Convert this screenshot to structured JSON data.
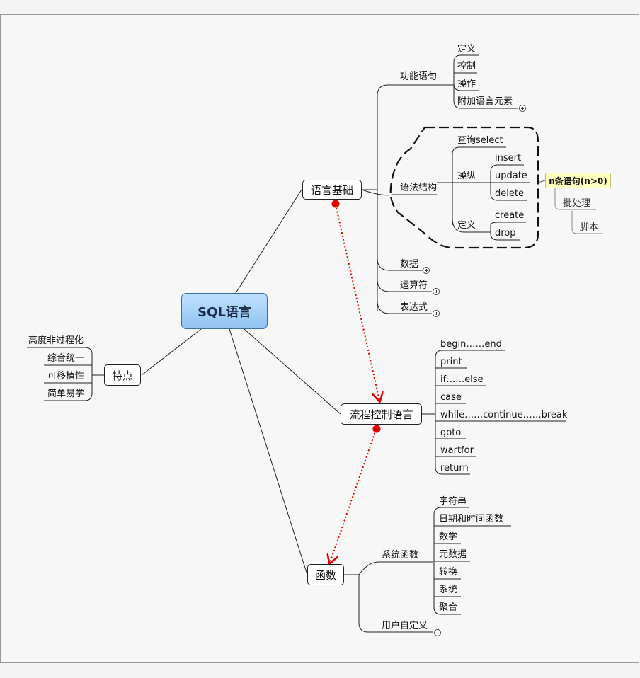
{
  "root": "SQL语言",
  "branches": {
    "basics": {
      "label": "语言基础",
      "function_statements": {
        "label": "功能语句",
        "items": [
          "定义",
          "控制",
          "操作",
          "附加语言元素"
        ]
      },
      "syntax": {
        "label": "语法结构",
        "query": "查询select",
        "manipulate": {
          "label": "操纵",
          "items": [
            "insert",
            "update",
            "delete"
          ]
        },
        "define": {
          "label": "定义",
          "items": [
            "create",
            "drop"
          ]
        }
      },
      "data": "数据",
      "operators": "运算符",
      "expressions": "表达式"
    },
    "flow_control": {
      "label": "流程控制语言",
      "items": [
        "begin……end",
        "print",
        "if……else",
        "case",
        "while……continue……break",
        "goto",
        "wartfor",
        "return"
      ]
    },
    "functions": {
      "label": "函数",
      "system": {
        "label": "系统函数",
        "items": [
          "字符串",
          "日期和时间函数",
          "数学",
          "元数据",
          "转换",
          "系统",
          "聚合"
        ]
      },
      "user_defined": "用户自定义"
    },
    "features": {
      "label": "特点",
      "items": [
        "高度非过程化",
        "综合统一",
        "可移植性",
        "简单易学"
      ]
    }
  },
  "callout": {
    "label": "n条语句(n>0)",
    "child": "批处理",
    "grandchild": "脚本"
  },
  "colors": {
    "root_fill": "#9fcdf3",
    "relationship": "#e00000",
    "callout_fill": "#ffffc0"
  },
  "icons": [
    "expand-plus-icon"
  ]
}
